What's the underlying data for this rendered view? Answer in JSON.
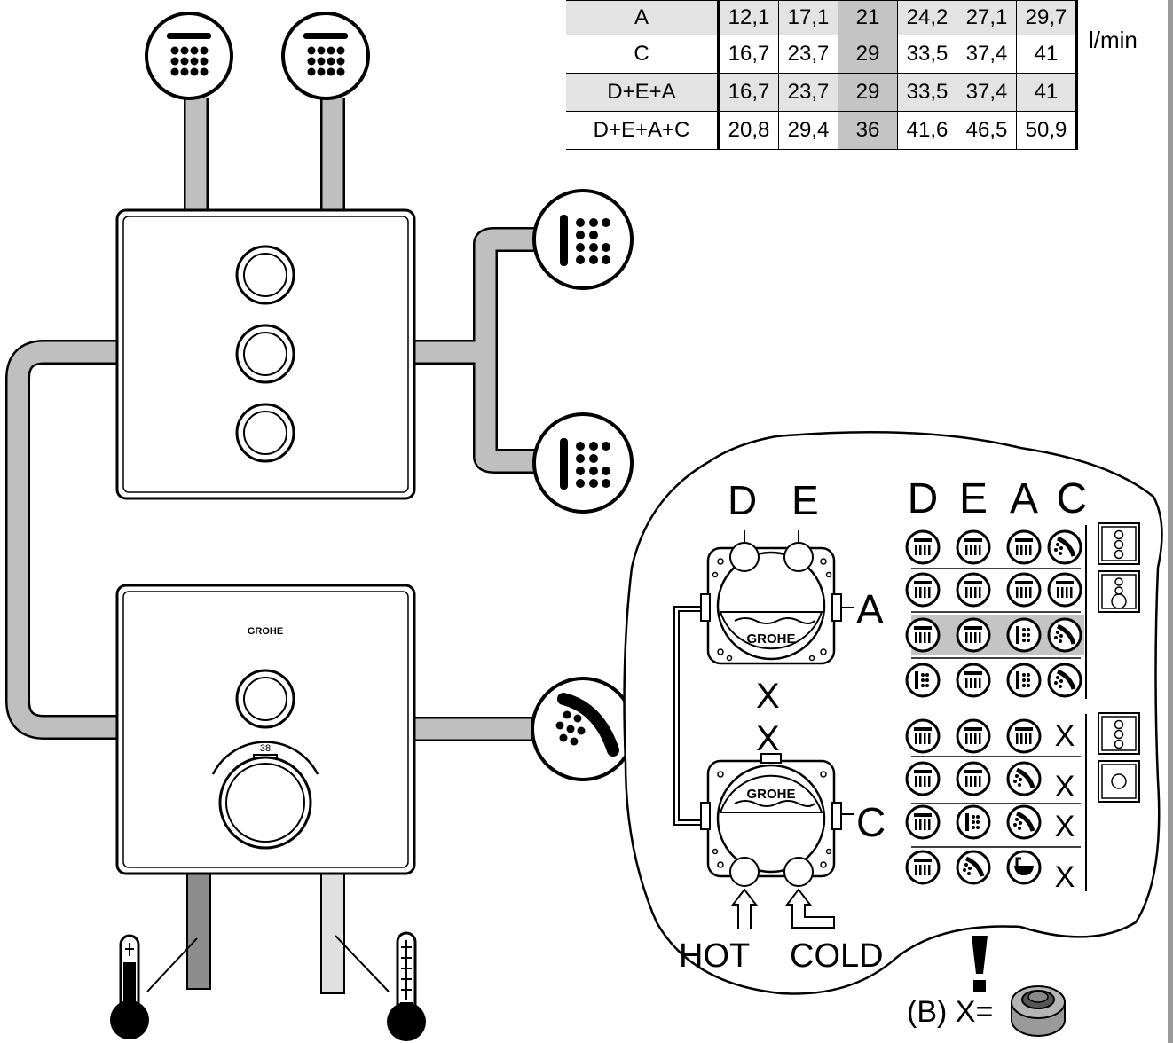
{
  "flow_table": {
    "unit": "l/min",
    "rows": [
      {
        "label": "A",
        "values": [
          "12,1",
          "17,1",
          "21",
          "24,2",
          "27,1",
          "29,7"
        ]
      },
      {
        "label": "C",
        "values": [
          "16,7",
          "23,7",
          "29",
          "33,5",
          "37,4",
          "41"
        ]
      },
      {
        "label": "D+E+A",
        "values": [
          "16,7",
          "23,7",
          "29",
          "33,5",
          "37,4",
          "41"
        ]
      },
      {
        "label": "D+E+A+C",
        "values": [
          "20,8",
          "29,4",
          "36",
          "41,6",
          "46,5",
          "50,9"
        ]
      }
    ]
  },
  "thermostat_scale": "38",
  "brand": "GROHE",
  "detail": {
    "port_labels": {
      "d": "D",
      "e": "E",
      "a": "A",
      "c": "C"
    },
    "header": [
      "D",
      "E",
      "A",
      "C"
    ],
    "x_marks": [
      "X",
      "X"
    ],
    "inlets": {
      "hot": "HOT",
      "cold": "COLD"
    },
    "matrix_upper": [
      [
        "overhead-shower-icon",
        "overhead-shower-icon",
        "overhead-shower-icon",
        "hand-shower-icon"
      ],
      [
        "overhead-shower-icon",
        "overhead-shower-icon",
        "overhead-shower-icon",
        "overhead-shower-icon"
      ],
      [
        "overhead-shower-icon",
        "overhead-shower-icon",
        "body-jet-icon",
        "hand-shower-icon"
      ],
      [
        "body-jet-icon",
        "overhead-shower-icon",
        "body-jet-icon",
        "hand-shower-icon"
      ]
    ],
    "matrix_lower": [
      [
        "overhead-shower-icon",
        "overhead-shower-icon",
        "overhead-shower-icon",
        "X"
      ],
      [
        "overhead-shower-icon",
        "overhead-shower-icon",
        "hand-shower-icon",
        "X"
      ],
      [
        "overhead-shower-icon",
        "body-jet-icon",
        "hand-shower-icon",
        "X"
      ],
      [
        "overhead-shower-icon",
        "hand-shower-icon",
        "bath-icon",
        "X"
      ]
    ],
    "note": {
      "label": "(B) X=",
      "icon": "plug-icon",
      "warning": "!"
    }
  },
  "colors": {
    "pipe": "#bfbfbf",
    "highlight": "#c4c4c4",
    "shade": "#e3e3e3",
    "hot_pipe": "#8c8c8c",
    "cold_pipe": "#e0e0e0"
  }
}
